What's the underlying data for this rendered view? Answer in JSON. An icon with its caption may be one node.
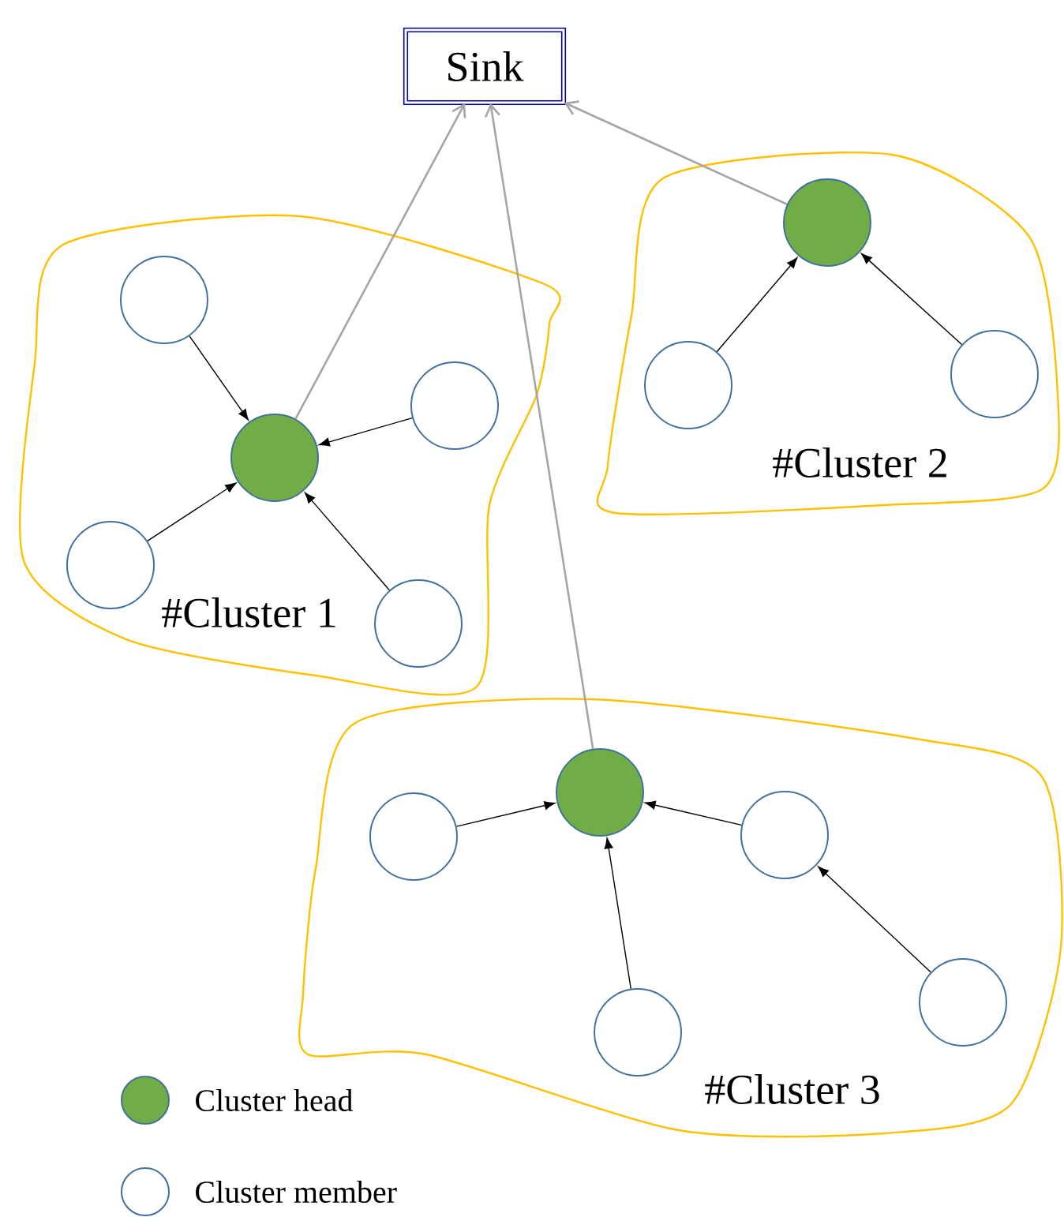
{
  "diagram": {
    "nodes": [
      {
        "text": [
          "Sink"
        ]
      },
      {
        "text": [
          "#Cluster 1"
        ]
      },
      {
        "text": [],
        "shape": "circle",
        "in": 1
      },
      {
        "text": [],
        "shape": "circle",
        "in": 1
      },
      {
        "text": [],
        "shape": "circle",
        "in": 1
      },
      {
        "text": [],
        "shape": "circle",
        "in": 1
      },
      {
        "text": [],
        "shape": "circle",
        "in": 1
      },
      {
        "text": [
          "#Cluster 2"
        ]
      },
      {
        "text": [],
        "shape": "circle",
        "in": 7
      },
      {
        "text": [],
        "shape": "circle",
        "in": 7
      },
      {
        "text": [],
        "shape": "circle",
        "in": 7
      },
      {
        "text": [
          "#Cluster 3"
        ]
      },
      {
        "text": [],
        "shape": "circle",
        "in": 11
      },
      {
        "text": [],
        "shape": "circle",
        "in": 11
      },
      {
        "text": [],
        "shape": "circle",
        "in": 11
      },
      {
        "text": [],
        "shape": "circle",
        "in": 11
      },
      {
        "text": [],
        "shape": "circle",
        "in": 11
      }
    ],
    "edges": [
      {
        "from": 2,
        "to": 3,
        "arrow": "to"
      },
      {
        "from": 4,
        "to": 3,
        "arrow": "to"
      },
      {
        "from": 5,
        "to": 3,
        "arrow": "to"
      },
      {
        "from": 6,
        "to": 3,
        "arrow": "to"
      },
      {
        "from": 3,
        "to": 0,
        "arrow": "to",
        "color": "#a5a5a5"
      },
      {
        "from": 9,
        "to": 8,
        "arrow": "to"
      },
      {
        "from": 10,
        "to": 8,
        "arrow": "to"
      },
      {
        "from": 8,
        "to": 0,
        "arrow": "to",
        "color": "#a5a5a5"
      },
      {
        "from": 12,
        "to": 13,
        "arrow": "to"
      },
      {
        "from": 14,
        "to": 13,
        "arrow": "to"
      },
      {
        "from": 15,
        "to": 13,
        "arrow": "to"
      },
      {
        "from": 16,
        "to": 14,
        "arrow": "to"
      },
      {
        "from": 13,
        "to": 0,
        "arrow": "to",
        "color": "#a5a5a5"
      }
    ],
    "legend": [
      {
        "text": "Cluster head",
        "color": "#70ad47"
      },
      {
        "text": "Cluster member"
      }
    ]
  }
}
